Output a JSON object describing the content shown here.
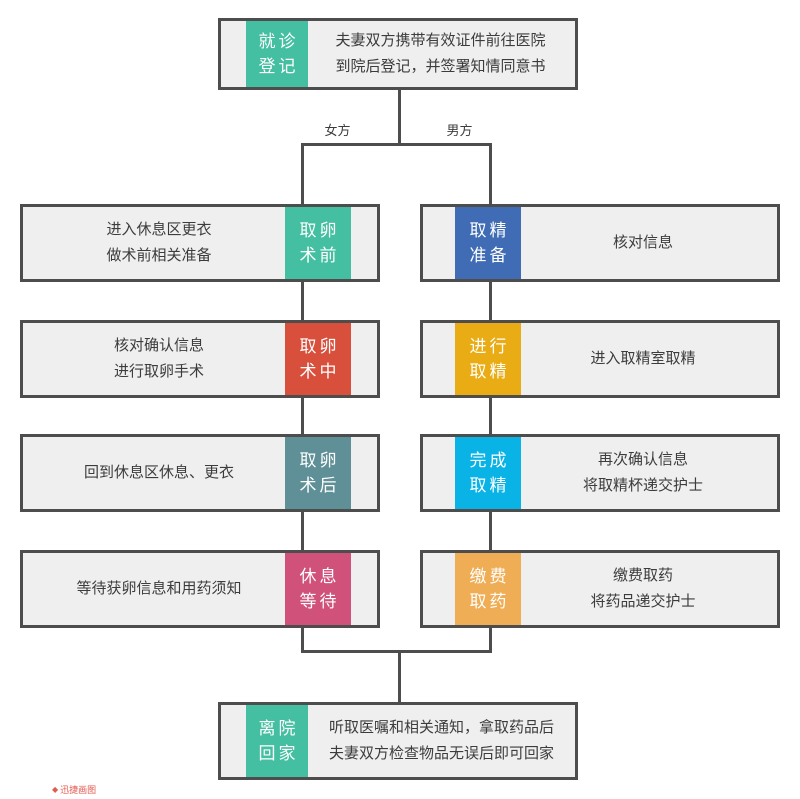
{
  "flow": {
    "start": {
      "label1": "就诊",
      "label2": "登记",
      "line1": "夫妻双方携带有效证件前往医院",
      "line2": "到院后登记，并签署知情同意书",
      "color": "#44BFA1"
    },
    "branch": {
      "female": "女方",
      "male": "男方"
    },
    "female_steps": [
      {
        "label1": "取卵",
        "label2": "术前",
        "line1": "进入休息区更衣",
        "line2": "做术前相关准备",
        "color": "#44BFA1"
      },
      {
        "label1": "取卵",
        "label2": "术中",
        "line1": "核对确认信息",
        "line2": "进行取卵手术",
        "color": "#D8503C"
      },
      {
        "label1": "取卵",
        "label2": "术后",
        "line1": "回到休息区休息、更衣",
        "color": "#5F9098"
      },
      {
        "label1": "休息",
        "label2": "等待",
        "line1": "等待获卵信息和用药须知",
        "color": "#D0527B"
      }
    ],
    "male_steps": [
      {
        "label1": "取精",
        "label2": "准备",
        "line1": "核对信息",
        "color": "#3F6CB5"
      },
      {
        "label1": "进行",
        "label2": "取精",
        "line1": "进入取精室取精",
        "color": "#E9AC14"
      },
      {
        "label1": "完成",
        "label2": "取精",
        "line1": "再次确认信息",
        "line2": "将取精杯递交护士",
        "color": "#0AB3E6"
      },
      {
        "label1": "缴费",
        "label2": "取药",
        "line1": "缴费取药",
        "line2": "将药品递交护士",
        "color": "#EFAD55"
      }
    ],
    "end": {
      "label1": "离院",
      "label2": "回家",
      "line1": "听取医嘱和相关通知，拿取药品后",
      "line2": "夫妻双方检查物品无误后即可回家",
      "color": "#44BFA1"
    }
  },
  "watermark": {
    "icon_glyph": "◆",
    "text": "迅捷画图",
    "color": "#E0483E"
  },
  "palette": {
    "box_background": "#EFEFEF",
    "border_and_lines": "#4D4D4D",
    "body_text": "#3C3C3C",
    "label_text": "#FFFFFF"
  }
}
